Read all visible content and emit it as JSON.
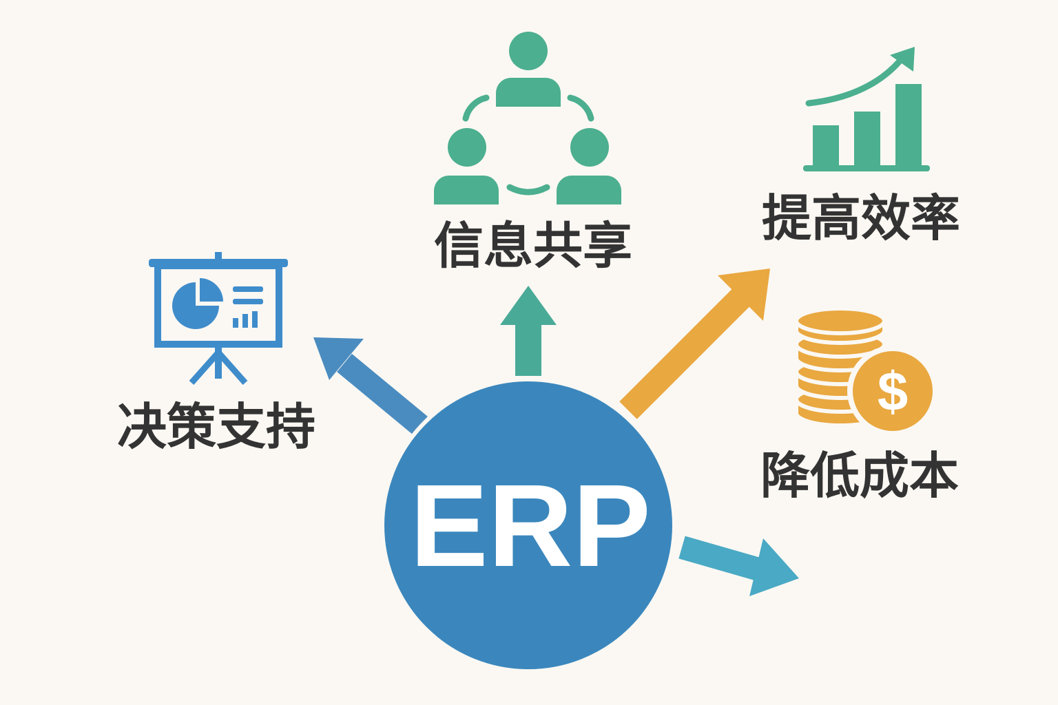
{
  "center": {
    "label": "ERP"
  },
  "benefits": [
    {
      "label": "决策支持",
      "icon": "presentation-board-icon"
    },
    {
      "label": "信息共享",
      "icon": "people-network-icon"
    },
    {
      "label": "提高效率",
      "icon": "growth-chart-icon"
    },
    {
      "label": "降低成本",
      "icon": "coins-dollar-icon"
    }
  ],
  "coin_symbol": "$",
  "colors": {
    "background": "#fbf8f3",
    "circle": "#3b87bd",
    "green": "#4caf8f",
    "blue": "#3f8ccb",
    "orange": "#e9a840",
    "teal_arrow": "#4aa9c4",
    "text": "#333333"
  }
}
